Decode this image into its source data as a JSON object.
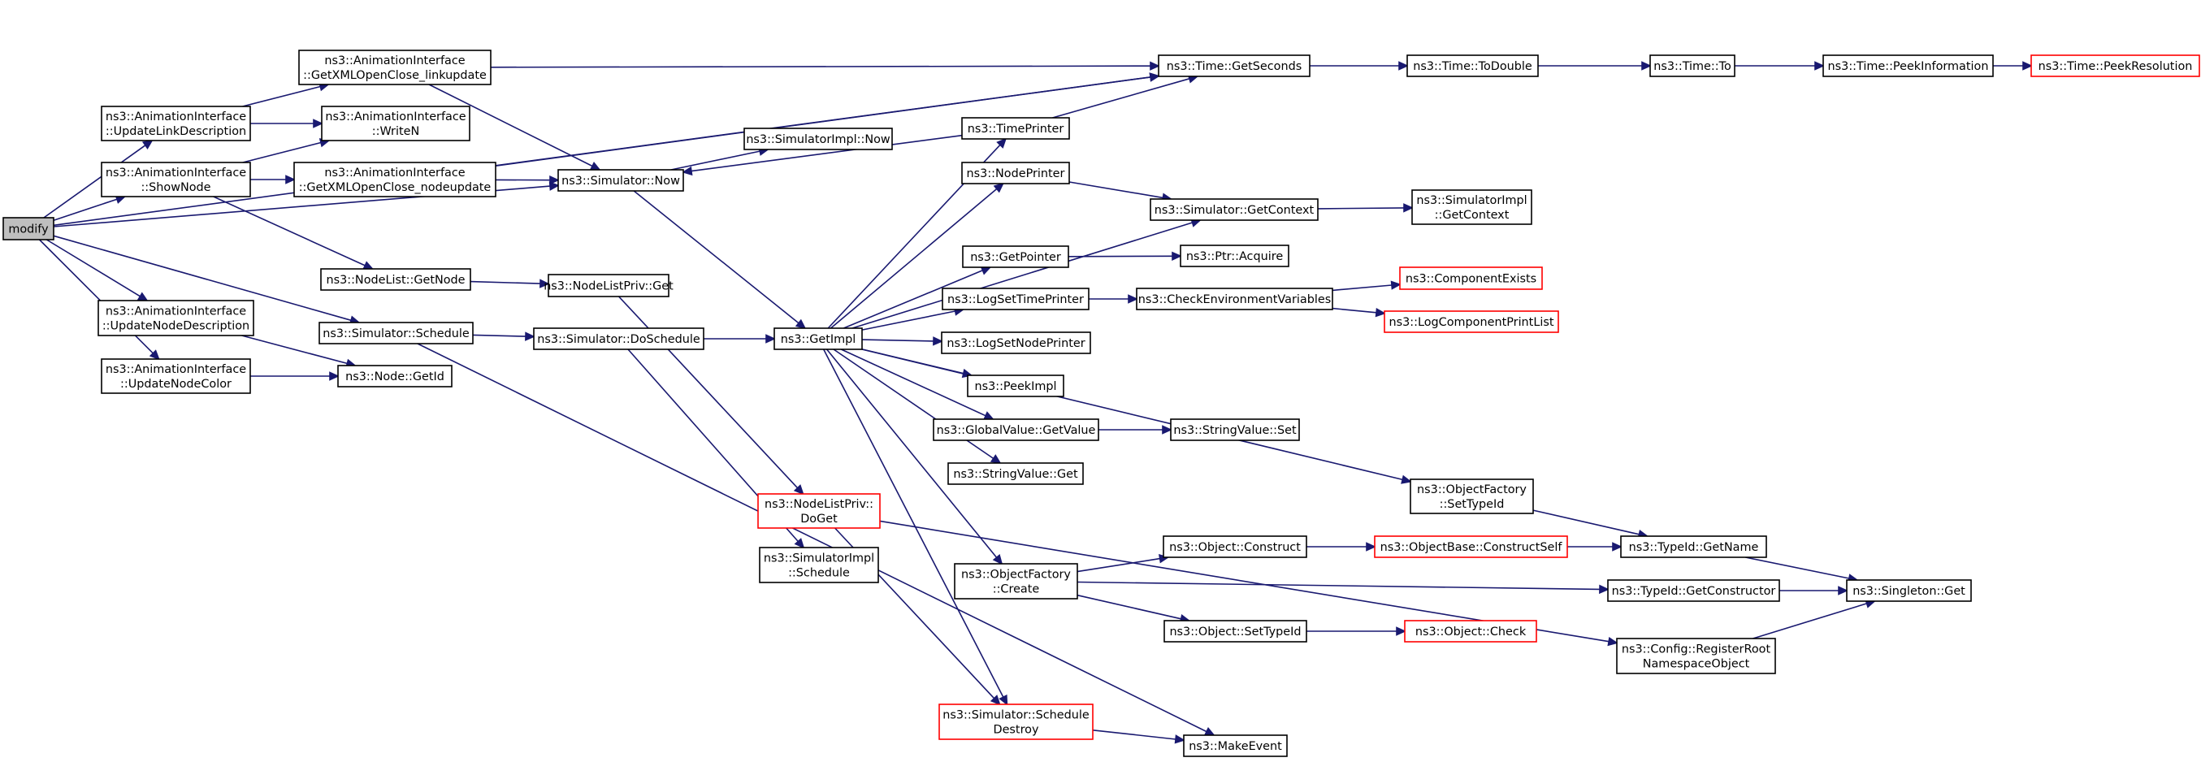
{
  "colors": {
    "edge": "#191970",
    "border_normal": "#000000",
    "border_truncated": "#ff0000",
    "root_fill": "#bfbfbf",
    "fill": "#ffffff"
  },
  "nodes": [
    {
      "id": "modify",
      "lines": [
        "modify"
      ],
      "style": "root"
    },
    {
      "id": "updateLinkDesc",
      "lines": [
        "ns3::AnimationInterface",
        "::UpdateLinkDescription"
      ]
    },
    {
      "id": "showNode",
      "lines": [
        "ns3::AnimationInterface",
        "::ShowNode"
      ]
    },
    {
      "id": "updateNodeDesc",
      "lines": [
        "ns3::AnimationInterface",
        "::UpdateNodeDescription"
      ]
    },
    {
      "id": "updateNodeColor",
      "lines": [
        "ns3::AnimationInterface",
        "::UpdateNodeColor"
      ]
    },
    {
      "id": "linkupdate",
      "lines": [
        "ns3::AnimationInterface",
        "::GetXMLOpenClose_linkupdate"
      ]
    },
    {
      "id": "writeN",
      "lines": [
        "ns3::AnimationInterface",
        "::WriteN"
      ]
    },
    {
      "id": "nodeupdate",
      "lines": [
        "ns3::AnimationInterface",
        "::GetXMLOpenClose_nodeupdate"
      ]
    },
    {
      "id": "nodeListGetNode",
      "lines": [
        "ns3::NodeList::GetNode"
      ]
    },
    {
      "id": "simSchedule",
      "lines": [
        "ns3::Simulator::Schedule"
      ]
    },
    {
      "id": "nodeGetId",
      "lines": [
        "ns3::Node::GetId"
      ]
    },
    {
      "id": "simNow",
      "lines": [
        "ns3::Simulator::Now"
      ]
    },
    {
      "id": "nodeListPrivGet",
      "lines": [
        "ns3::NodeListPriv::Get"
      ]
    },
    {
      "id": "doSchedule",
      "lines": [
        "ns3::Simulator::DoSchedule"
      ]
    },
    {
      "id": "simImplNow",
      "lines": [
        "ns3::SimulatorImpl::Now"
      ]
    },
    {
      "id": "nodeListPrivDoGet",
      "lines": [
        "ns3::NodeListPriv::",
        "DoGet"
      ],
      "style": "truncated"
    },
    {
      "id": "simImplSchedule",
      "lines": [
        "ns3::SimulatorImpl",
        "::Schedule"
      ]
    },
    {
      "id": "getImpl",
      "lines": [
        "ns3::GetImpl"
      ]
    },
    {
      "id": "scheduleDestroy",
      "lines": [
        "ns3::Simulator::Schedule",
        "Destroy"
      ],
      "style": "truncated"
    },
    {
      "id": "timePrinter",
      "lines": [
        "ns3::TimePrinter"
      ]
    },
    {
      "id": "nodePrinter",
      "lines": [
        "ns3::NodePrinter"
      ]
    },
    {
      "id": "getPointer",
      "lines": [
        "ns3::GetPointer"
      ]
    },
    {
      "id": "logSetTimePrinter",
      "lines": [
        "ns3::LogSetTimePrinter"
      ]
    },
    {
      "id": "logSetNodePrinter",
      "lines": [
        "ns3::LogSetNodePrinter"
      ]
    },
    {
      "id": "peekImpl",
      "lines": [
        "ns3::PeekImpl"
      ]
    },
    {
      "id": "gvGetValue",
      "lines": [
        "ns3::GlobalValue::GetValue"
      ]
    },
    {
      "id": "svGet",
      "lines": [
        "ns3::StringValue::Get"
      ]
    },
    {
      "id": "ofCreate",
      "lines": [
        "ns3::ObjectFactory",
        "::Create"
      ]
    },
    {
      "id": "getSeconds",
      "lines": [
        "ns3::Time::GetSeconds"
      ]
    },
    {
      "id": "getContext",
      "lines": [
        "ns3::Simulator::GetContext"
      ]
    },
    {
      "id": "ptrAcquire",
      "lines": [
        "ns3::Ptr::Acquire"
      ]
    },
    {
      "id": "checkEnv",
      "lines": [
        "ns3::CheckEnvironmentVariables"
      ]
    },
    {
      "id": "svSet",
      "lines": [
        "ns3::StringValue::Set"
      ]
    },
    {
      "id": "objConstruct",
      "lines": [
        "ns3::Object::Construct"
      ]
    },
    {
      "id": "objSetTypeId",
      "lines": [
        "ns3::Object::SetTypeId"
      ]
    },
    {
      "id": "makeEvent",
      "lines": [
        "ns3::MakeEvent"
      ]
    },
    {
      "id": "compExists",
      "lines": [
        "ns3::ComponentExists"
      ],
      "style": "truncated"
    },
    {
      "id": "logCompPrint",
      "lines": [
        "ns3::LogComponentPrintList"
      ],
      "style": "truncated"
    },
    {
      "id": "constructSelf",
      "lines": [
        "ns3::ObjectBase::ConstructSelf"
      ],
      "style": "truncated"
    },
    {
      "id": "objCheck",
      "lines": [
        "ns3::Object::Check"
      ],
      "style": "truncated"
    },
    {
      "id": "toDouble",
      "lines": [
        "ns3::Time::ToDouble"
      ]
    },
    {
      "id": "simImplGetContext",
      "lines": [
        "ns3::SimulatorImpl",
        "::GetContext"
      ]
    },
    {
      "id": "ofSetTypeId",
      "lines": [
        "ns3::ObjectFactory",
        "::SetTypeId"
      ]
    },
    {
      "id": "registerRoot",
      "lines": [
        "ns3::Config::RegisterRoot",
        "NamespaceObject"
      ]
    },
    {
      "id": "timeTo",
      "lines": [
        "ns3::Time::To"
      ]
    },
    {
      "id": "typeIdGetName",
      "lines": [
        "ns3::TypeId::GetName"
      ]
    },
    {
      "id": "typeIdGetCtor",
      "lines": [
        "ns3::TypeId::GetConstructor"
      ]
    },
    {
      "id": "peekInfo",
      "lines": [
        "ns3::Time::PeekInformation"
      ]
    },
    {
      "id": "singletonGet",
      "lines": [
        "ns3::Singleton::Get"
      ]
    },
    {
      "id": "peekRes",
      "lines": [
        "ns3::Time::PeekResolution"
      ],
      "style": "truncated"
    }
  ],
  "edges": [
    [
      "modify",
      "getSeconds"
    ],
    [
      "modify",
      "updateLinkDesc"
    ],
    [
      "modify",
      "showNode"
    ],
    [
      "modify",
      "simNow"
    ],
    [
      "modify",
      "simSchedule"
    ],
    [
      "modify",
      "updateNodeDesc"
    ],
    [
      "modify",
      "updateNodeColor"
    ],
    [
      "updateLinkDesc",
      "linkupdate"
    ],
    [
      "updateLinkDesc",
      "writeN"
    ],
    [
      "showNode",
      "writeN"
    ],
    [
      "showNode",
      "nodeupdate"
    ],
    [
      "showNode",
      "nodeListGetNode"
    ],
    [
      "updateNodeDesc",
      "nodeGetId"
    ],
    [
      "updateNodeColor",
      "nodeGetId"
    ],
    [
      "linkupdate",
      "getSeconds"
    ],
    [
      "linkupdate",
      "simNow"
    ],
    [
      "nodeupdate",
      "getSeconds"
    ],
    [
      "nodeupdate",
      "simNow"
    ],
    [
      "nodeListGetNode",
      "nodeListPrivGet"
    ],
    [
      "simSchedule",
      "doSchedule"
    ],
    [
      "simSchedule",
      "makeEvent"
    ],
    [
      "simNow",
      "simImplNow"
    ],
    [
      "simNow",
      "getImpl"
    ],
    [
      "nodeListPrivGet",
      "nodeListPrivDoGet"
    ],
    [
      "doSchedule",
      "getImpl"
    ],
    [
      "doSchedule",
      "simImplSchedule"
    ],
    [
      "nodeListPrivDoGet",
      "scheduleDestroy"
    ],
    [
      "nodeListPrivDoGet",
      "registerRoot"
    ],
    [
      "getImpl",
      "timePrinter"
    ],
    [
      "getImpl",
      "nodePrinter"
    ],
    [
      "getImpl",
      "getContext"
    ],
    [
      "getImpl",
      "getPointer"
    ],
    [
      "getImpl",
      "logSetTimePrinter"
    ],
    [
      "getImpl",
      "logSetNodePrinter"
    ],
    [
      "getImpl",
      "peekImpl"
    ],
    [
      "getImpl",
      "gvGetValue"
    ],
    [
      "getImpl",
      "svGet"
    ],
    [
      "getImpl",
      "ofSetTypeId"
    ],
    [
      "getImpl",
      "ofCreate"
    ],
    [
      "getImpl",
      "scheduleDestroy"
    ],
    [
      "scheduleDestroy",
      "makeEvent"
    ],
    [
      "timePrinter",
      "simNow"
    ],
    [
      "timePrinter",
      "getSeconds"
    ],
    [
      "nodePrinter",
      "getContext"
    ],
    [
      "getPointer",
      "ptrAcquire"
    ],
    [
      "logSetTimePrinter",
      "checkEnv"
    ],
    [
      "checkEnv",
      "compExists"
    ],
    [
      "checkEnv",
      "logCompPrint"
    ],
    [
      "gvGetValue",
      "svSet"
    ],
    [
      "ofCreate",
      "objConstruct"
    ],
    [
      "ofCreate",
      "objSetTypeId"
    ],
    [
      "ofCreate",
      "typeIdGetCtor"
    ],
    [
      "getSeconds",
      "toDouble"
    ],
    [
      "toDouble",
      "timeTo"
    ],
    [
      "timeTo",
      "peekInfo"
    ],
    [
      "peekInfo",
      "peekRes"
    ],
    [
      "getContext",
      "simImplGetContext"
    ],
    [
      "objConstruct",
      "constructSelf"
    ],
    [
      "constructSelf",
      "typeIdGetName"
    ],
    [
      "objSetTypeId",
      "objCheck"
    ],
    [
      "ofSetTypeId",
      "typeIdGetName"
    ],
    [
      "typeIdGetName",
      "singletonGet"
    ],
    [
      "typeIdGetCtor",
      "singletonGet"
    ],
    [
      "registerRoot",
      "singletonGet"
    ]
  ]
}
